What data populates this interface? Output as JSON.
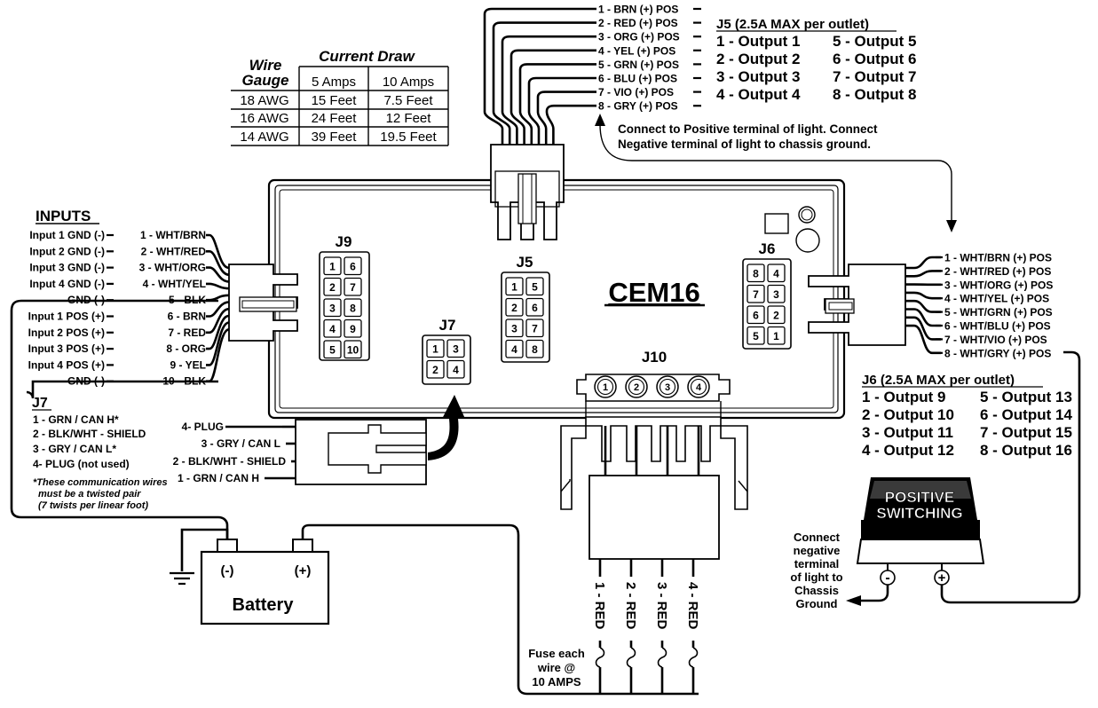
{
  "module_name": "CEM16",
  "current_draw": {
    "title": "Current Draw",
    "wire_gauge_line1": "Wire",
    "wire_gauge_line2": "Gauge",
    "columns": [
      "5 Amps",
      "10 Amps"
    ],
    "rows": [
      {
        "gauge": "18 AWG",
        "a5": "15 Feet",
        "a10": "7.5 Feet"
      },
      {
        "gauge": "16 AWG",
        "a5": "24 Feet",
        "a10": "12 Feet"
      },
      {
        "gauge": "14 AWG",
        "a5": "39 Feet",
        "a10": "19.5 Feet"
      }
    ]
  },
  "inputs": {
    "title": "INPUTS",
    "rows": [
      {
        "label": "Input 1 GND (-)",
        "wire": "1 - WHT/BRN"
      },
      {
        "label": "Input 2 GND (-)",
        "wire": "2 - WHT/RED"
      },
      {
        "label": "Input 3 GND (-)",
        "wire": "3 - WHT/ORG"
      },
      {
        "label": "Input 4 GND (-)",
        "wire": "4 - WHT/YEL"
      },
      {
        "label": "GND (-)",
        "wire": "5 - BLK"
      },
      {
        "label": "Input 1 POS (+)",
        "wire": "6 - BRN"
      },
      {
        "label": "Input 2 POS (+)",
        "wire": "7 - RED"
      },
      {
        "label": "Input 3 POS (+)",
        "wire": "8 - ORG"
      },
      {
        "label": "Input 4 POS (+)",
        "wire": "9 - YEL"
      },
      {
        "label": "GND (-)",
        "wire": "10 - BLK"
      }
    ]
  },
  "j7_legend": {
    "title": "J7",
    "rows": [
      "1 - GRN / CAN H*",
      "2 - BLK/WHT - SHIELD",
      "3 - GRY / CAN L*",
      "4- PLUG (not used)"
    ],
    "note": [
      "*These communication wires",
      "must be a twisted pair",
      "(7 twists per linear foot)"
    ]
  },
  "j7_wires": [
    "4- PLUG",
    "3 - GRY / CAN L",
    "2 - BLK/WHT - SHIELD",
    "1 - GRN / CAN H"
  ],
  "j5_wires": [
    "1 - BRN (+) POS",
    "2 - RED (+) POS",
    "3 - ORG (+) POS",
    "4 - YEL (+) POS",
    "5 - GRN (+) POS",
    "6 - BLU (+) POS",
    "7 - VIO (+) POS",
    "8 - GRY (+) POS"
  ],
  "j5_legend": {
    "title": "J5 (2.5A MAX per outlet)",
    "col1": [
      "1 - Output 1",
      "2 - Output 2",
      "3 - Output 3",
      "4 - Output 4"
    ],
    "col2": [
      "5 - Output 5",
      "6 - Output 6",
      "7 - Output 7",
      "8 - Output 8"
    ]
  },
  "positive_note": [
    "Connect to Positive terminal of light. Connect",
    "Negative terminal of light to chassis ground."
  ],
  "j6_wires": [
    "1 - WHT/BRN (+) POS",
    "2 - WHT/RED (+) POS",
    "3 - WHT/ORG (+) POS",
    "4 - WHT/YEL (+) POS",
    "5 - WHT/GRN (+) POS",
    "6 - WHT/BLU (+) POS",
    "7 - WHT/VIO (+) POS",
    "8 - WHT/GRY (+) POS"
  ],
  "j6_legend": {
    "title": "J6 (2.5A MAX per outlet)",
    "col1": [
      "1 - Output 9",
      "2 - Output 10",
      "3 - Output 11",
      "4 - Output 12"
    ],
    "col2": [
      "5 - Output 13",
      "6 - Output 14",
      "7 - Output 15",
      "8 - Output 16"
    ]
  },
  "connectors": {
    "j9": {
      "label": "J9",
      "pins": [
        "1",
        "6",
        "2",
        "7",
        "3",
        "8",
        "4",
        "9",
        "5",
        "10"
      ]
    },
    "j5": {
      "label": "J5",
      "pins": [
        "1",
        "5",
        "2",
        "6",
        "3",
        "7",
        "4",
        "8"
      ]
    },
    "j6": {
      "label": "J6",
      "pins": [
        "8",
        "4",
        "7",
        "3",
        "6",
        "2",
        "5",
        "1"
      ]
    },
    "j7": {
      "label": "J7",
      "pins": [
        "1",
        "3",
        "2",
        "4"
      ]
    },
    "j10": {
      "label": "J10",
      "pins": [
        "1",
        "2",
        "3",
        "4"
      ]
    }
  },
  "j10_wires": [
    "1 - RED",
    "2 - RED",
    "3 - RED",
    "4 - RED"
  ],
  "fuse_note": [
    "Fuse each",
    "wire @",
    "10 AMPS"
  ],
  "battery": {
    "label": "Battery",
    "neg": "(-)",
    "pos": "(+)"
  },
  "light": {
    "line1": "POSITIVE",
    "line2": "SWITCHING",
    "neg": "-",
    "pos": "+"
  },
  "ground_note": [
    "Connect",
    "negative",
    "terminal",
    "of light to",
    "Chassis",
    "Ground"
  ]
}
